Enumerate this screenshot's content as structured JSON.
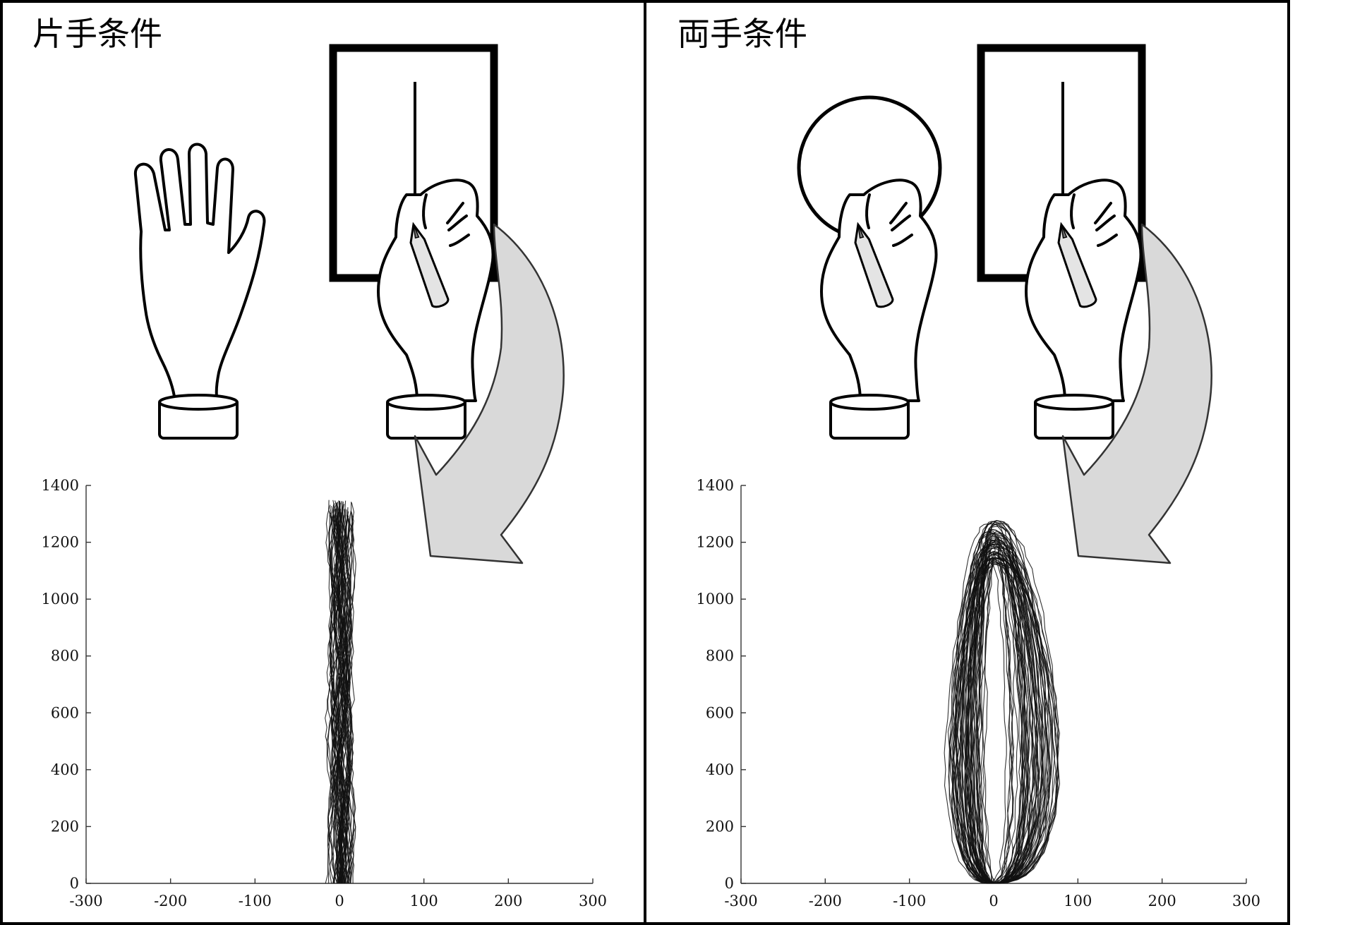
{
  "panels": [
    {
      "id": "unimanual",
      "title": "片手条件",
      "left_hand": "open-palm",
      "right_hand": "writing",
      "left_target_shape": "none",
      "right_target_shape": "vertical-line"
    },
    {
      "id": "bimanual",
      "title": "両手条件",
      "left_hand": "writing",
      "right_hand": "writing",
      "left_target_shape": "circle",
      "right_target_shape": "vertical-line"
    }
  ],
  "colors": {
    "frame": "#000000",
    "trace": "#111111",
    "arrow_fill": "#d9d9d9",
    "arrow_stroke": "#333333"
  },
  "icons": [
    "open-hand-icon",
    "writing-hand-icon",
    "pencil-icon",
    "paper-card-icon",
    "curved-arrow-icon"
  ],
  "chart_data": [
    {
      "type": "line",
      "panel": "unimanual",
      "xlim": [
        -300,
        300
      ],
      "ylim": [
        0,
        1400
      ],
      "xticks": [
        -300,
        -200,
        -100,
        0,
        100,
        200,
        300
      ],
      "yticks": [
        0,
        200,
        400,
        600,
        800,
        1000,
        1200,
        1400
      ],
      "xtick_labels": [
        "-300",
        "-200",
        "-100",
        "0",
        "100",
        "200",
        "300"
      ],
      "ytick_labels": [
        "0",
        "200",
        "400",
        "600",
        "800",
        "1000",
        "1200",
        "1400"
      ],
      "grid": false,
      "trace_pattern": "repeated vertical strokes along x = 0",
      "trace_count": 60,
      "x_center": 0,
      "x_spread_range": [
        -20,
        25
      ],
      "y_range": [
        0,
        1350
      ],
      "peak_y_range": [
        1290,
        1350
      ]
    },
    {
      "type": "line",
      "panel": "bimanual",
      "xlim": [
        -300,
        300
      ],
      "ylim": [
        0,
        1400
      ],
      "xticks": [
        -300,
        -200,
        -100,
        0,
        100,
        200,
        300
      ],
      "yticks": [
        0,
        200,
        400,
        600,
        800,
        1000,
        1200,
        1400
      ],
      "xtick_labels": [
        "-300",
        "-200",
        "-100",
        "0",
        "100",
        "200",
        "300"
      ],
      "ytick_labels": [
        "0",
        "200",
        "400",
        "600",
        "800",
        "1000",
        "1200",
        "1400"
      ],
      "grid": false,
      "trace_pattern": "elliptical loops centered at x = 0 (circle interference)",
      "trace_count": 60,
      "x_center": 0,
      "x_spread_range": [
        -65,
        105
      ],
      "y_range": [
        0,
        1280
      ],
      "peak_y_range": [
        1120,
        1280
      ]
    }
  ]
}
